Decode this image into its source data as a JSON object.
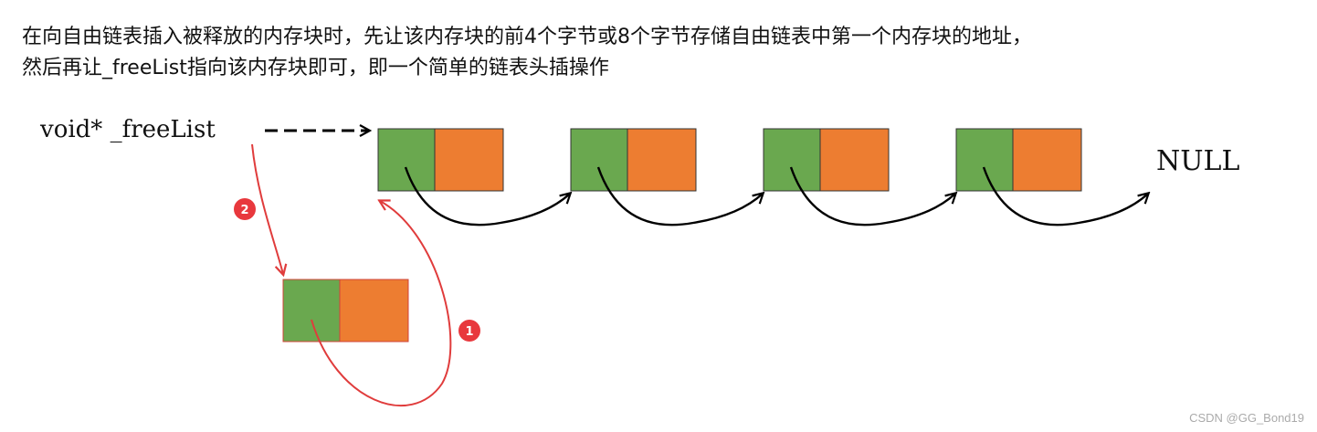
{
  "description": {
    "line1": "在向自由链表插入被释放的内存块时，先让该内存块的前4个字节或8个字节存储自由链表中第一个内存块的地址，",
    "line2": "然后再让_freeList指向该内存块即可，即一个简单的链表头插操作"
  },
  "diagram": {
    "head_label": "void* _freeList",
    "null_label": "NULL",
    "list_blocks": [
      {
        "id": "block-1"
      },
      {
        "id": "block-2"
      },
      {
        "id": "block-3"
      },
      {
        "id": "block-4"
      }
    ],
    "new_block": {
      "id": "freed-block"
    },
    "steps": [
      {
        "number": "1",
        "meaning": "new block points to first block"
      },
      {
        "number": "2",
        "meaning": "_freeList points to new block"
      }
    ],
    "colors": {
      "pointer_part": "#6aa84f",
      "data_part": "#ed7d31",
      "link_arrow": "#000000",
      "step_arrow": "#e03c3c",
      "step_badge": "#e8383d"
    }
  },
  "watermark": "CSDN @GG_Bond19"
}
